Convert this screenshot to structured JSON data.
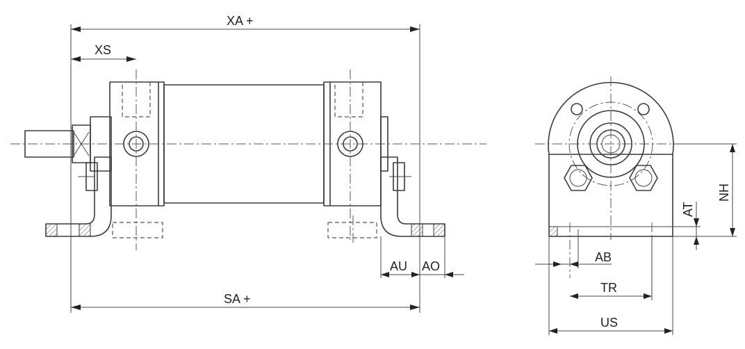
{
  "dimensions": {
    "xa": "XA  +",
    "xs": "XS",
    "sa": "SA  +",
    "au": "AU",
    "ao": "AO",
    "ab": "AB",
    "tr": "TR",
    "us": "US",
    "at": "AT",
    "nh": "NH"
  }
}
